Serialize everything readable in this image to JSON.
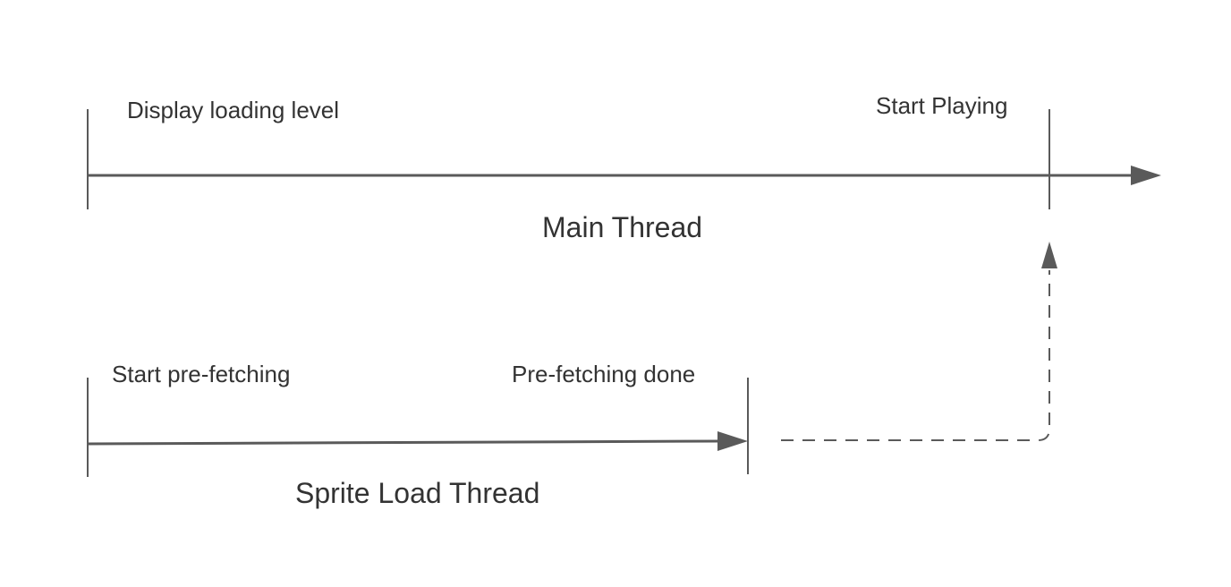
{
  "colors": {
    "line": "#5a5a5a",
    "text": "#333333",
    "background": "#ffffff"
  },
  "main_thread": {
    "title": "Main Thread",
    "start_event": "Display loading level",
    "end_event": "Start Playing"
  },
  "sprite_thread": {
    "title": "Sprite Load Thread",
    "start_event": "Start pre-fetching",
    "end_event": "Pre-fetching done"
  },
  "signal_connector": {
    "style": "dashed",
    "from": "Pre-fetching done",
    "to": "Start Playing"
  }
}
